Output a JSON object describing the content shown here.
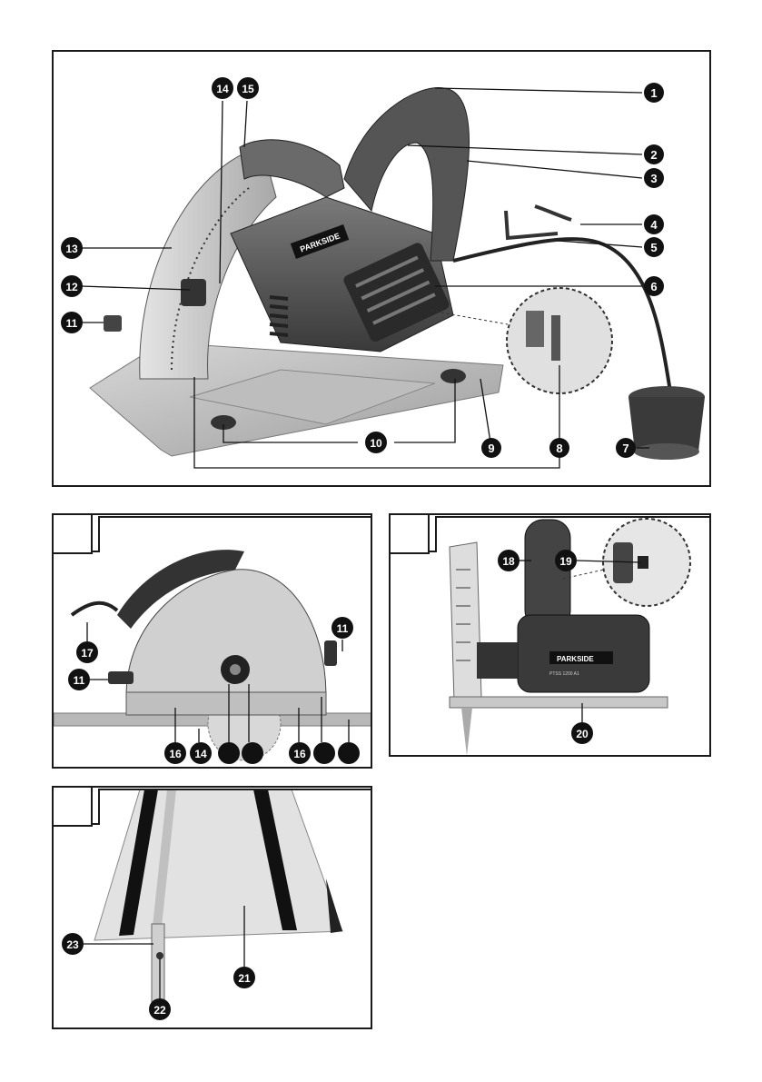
{
  "brand": {
    "name": "PARKSIDE",
    "model": "PTSS 1200 A1"
  },
  "figure_main": {
    "callouts": [
      "1",
      "2",
      "3",
      "4",
      "5",
      "6",
      "7",
      "8",
      "9",
      "10",
      "11",
      "12",
      "13",
      "14",
      "15"
    ]
  },
  "figure_b": {
    "callouts": [
      "11",
      "11",
      "17",
      "16",
      "14",
      "16"
    ]
  },
  "figure_c": {
    "callouts": [
      "18",
      "19",
      "20"
    ]
  },
  "figure_d": {
    "callouts": [
      "23",
      "22",
      "21"
    ]
  }
}
